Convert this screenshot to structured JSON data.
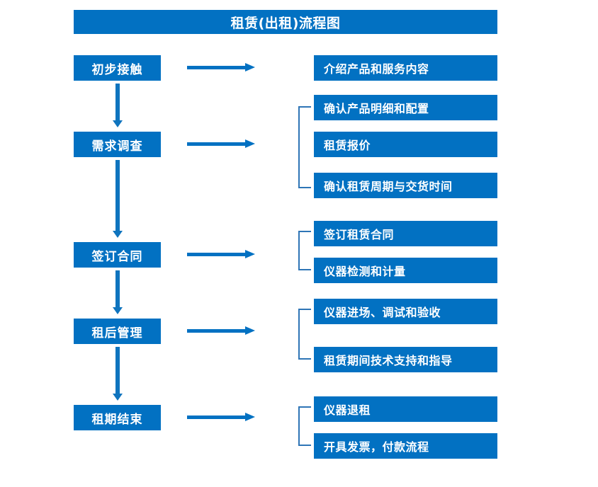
{
  "diagram": {
    "title": "租赁(出租)流程图",
    "accent_color": "#0271c2",
    "bracket_color": "#2e75b6",
    "text_color": "#ffffff",
    "background_color": "#ffffff",
    "stages": [
      {
        "label": "初步接触"
      },
      {
        "label": "需求调查"
      },
      {
        "label": "签订合同"
      },
      {
        "label": "租后管理"
      },
      {
        "label": "租期结束"
      }
    ],
    "details": [
      {
        "label": "介绍产品和服务内容"
      },
      {
        "label": "确认产品明细和配置"
      },
      {
        "label": "租赁报价"
      },
      {
        "label": "确认租赁周期与交货时间"
      },
      {
        "label": "签订租赁合同"
      },
      {
        "label": "仪器检测和计量"
      },
      {
        "label": "仪器进场、调试和验收"
      },
      {
        "label": "租赁期间技术支持和指导"
      },
      {
        "label": "仪器退租"
      },
      {
        "label": "开具发票，付款流程"
      }
    ],
    "connectors": {
      "horizontal_arrow_name": "right-arrow-icon",
      "vertical_arrow_name": "down-arrow-icon",
      "bracket_name": "group-bracket-icon"
    }
  }
}
